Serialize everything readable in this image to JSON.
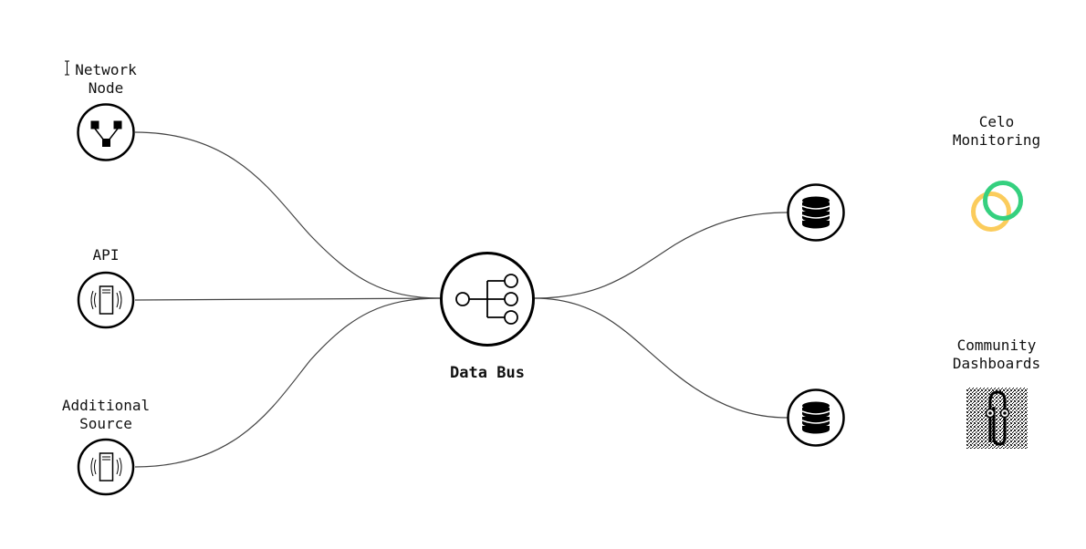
{
  "nodes": {
    "network_node": {
      "label": "Network\nNode",
      "icon": "network-nodes-icon"
    },
    "api": {
      "label": "API",
      "icon": "server-signal-icon"
    },
    "additional_source": {
      "label": "Additional\nSource",
      "icon": "server-signal-icon"
    },
    "data_bus": {
      "label": "Data Bus",
      "icon": "data-bus-tree-icon"
    },
    "database_top": {
      "icon": "database-icon"
    },
    "database_bottom": {
      "icon": "database-icon"
    },
    "celo_monitoring": {
      "label": "Celo\nMonitoring",
      "icon": "celo-logo-icon"
    },
    "community_dashboards": {
      "label": "Community\nDashboards",
      "icon": "clippy-logo-icon"
    }
  },
  "colors": {
    "celo_yellow": "#FBCC5C",
    "celo_green": "#35D07F",
    "edge": "#444444",
    "node_stroke": "#000000"
  }
}
